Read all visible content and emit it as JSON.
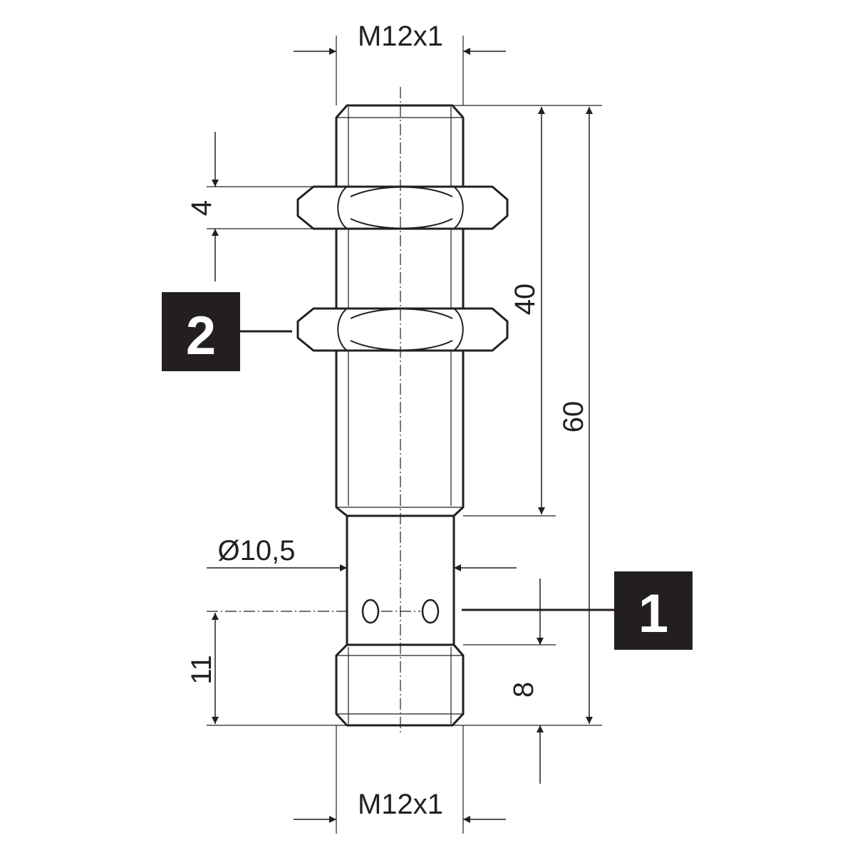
{
  "dimensions": {
    "thread_top": "M12x1",
    "thread_bottom": "M12x1",
    "nut_thickness": "4",
    "thread_length": "40",
    "overall_length": "60",
    "neck_diameter": "Ø10,5",
    "led_offset": "11",
    "connector_length": "8"
  },
  "callouts": {
    "led": "1",
    "nut": "2"
  },
  "colors": {
    "line": "#231f20",
    "callout_fill": "#231f20",
    "callout_text": "#ffffff"
  }
}
